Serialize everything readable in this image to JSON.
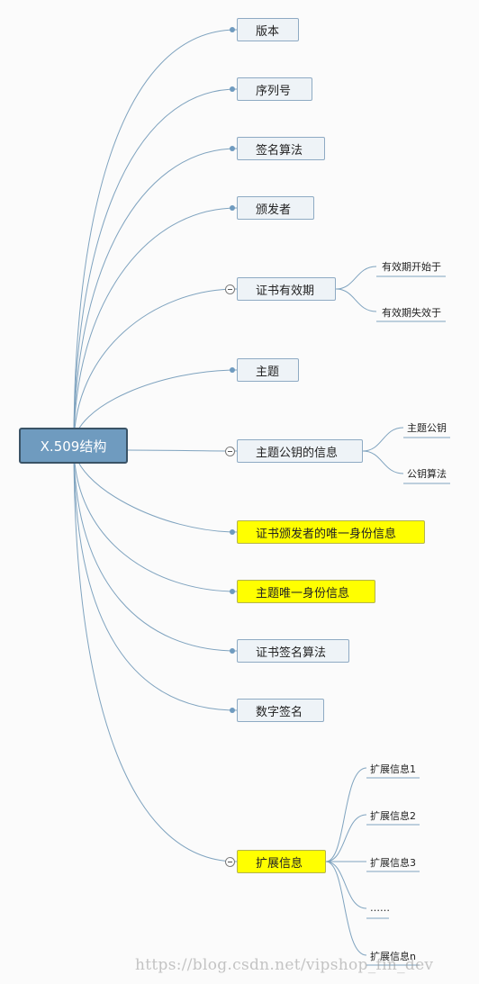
{
  "root": "X.509结构",
  "nodes": {
    "version": "版本",
    "serial": "序列号",
    "sig_alg": "签名算法",
    "issuer": "颁发者",
    "validity": "证书有效期",
    "subject": "主题",
    "subject_pubkey_info": "主题公钥的信息",
    "issuer_uid": "证书颁发者的唯一身份信息",
    "subject_uid": "主题唯一身份信息",
    "cert_sig_alg": "证书签名算法",
    "digital_sig": "数字签名",
    "extensions": "扩展信息"
  },
  "leaves": {
    "validity_start": "有效期开始于",
    "validity_end": "有效期失效于",
    "subject_pubkey": "主题公钥",
    "pubkey_alg": "公钥算法",
    "ext1": "扩展信息1",
    "ext2": "扩展信息2",
    "ext3": "扩展信息3",
    "ext_more": "……",
    "extn": "扩展信息n"
  },
  "watermark": "https://blog.csdn.net/vipshop_fin_dev",
  "colors": {
    "connector": "#7fa3bf",
    "root_fill": "#6f9bbf",
    "node_fill": "#eef3f7",
    "highlight_fill": "#ffff00"
  }
}
